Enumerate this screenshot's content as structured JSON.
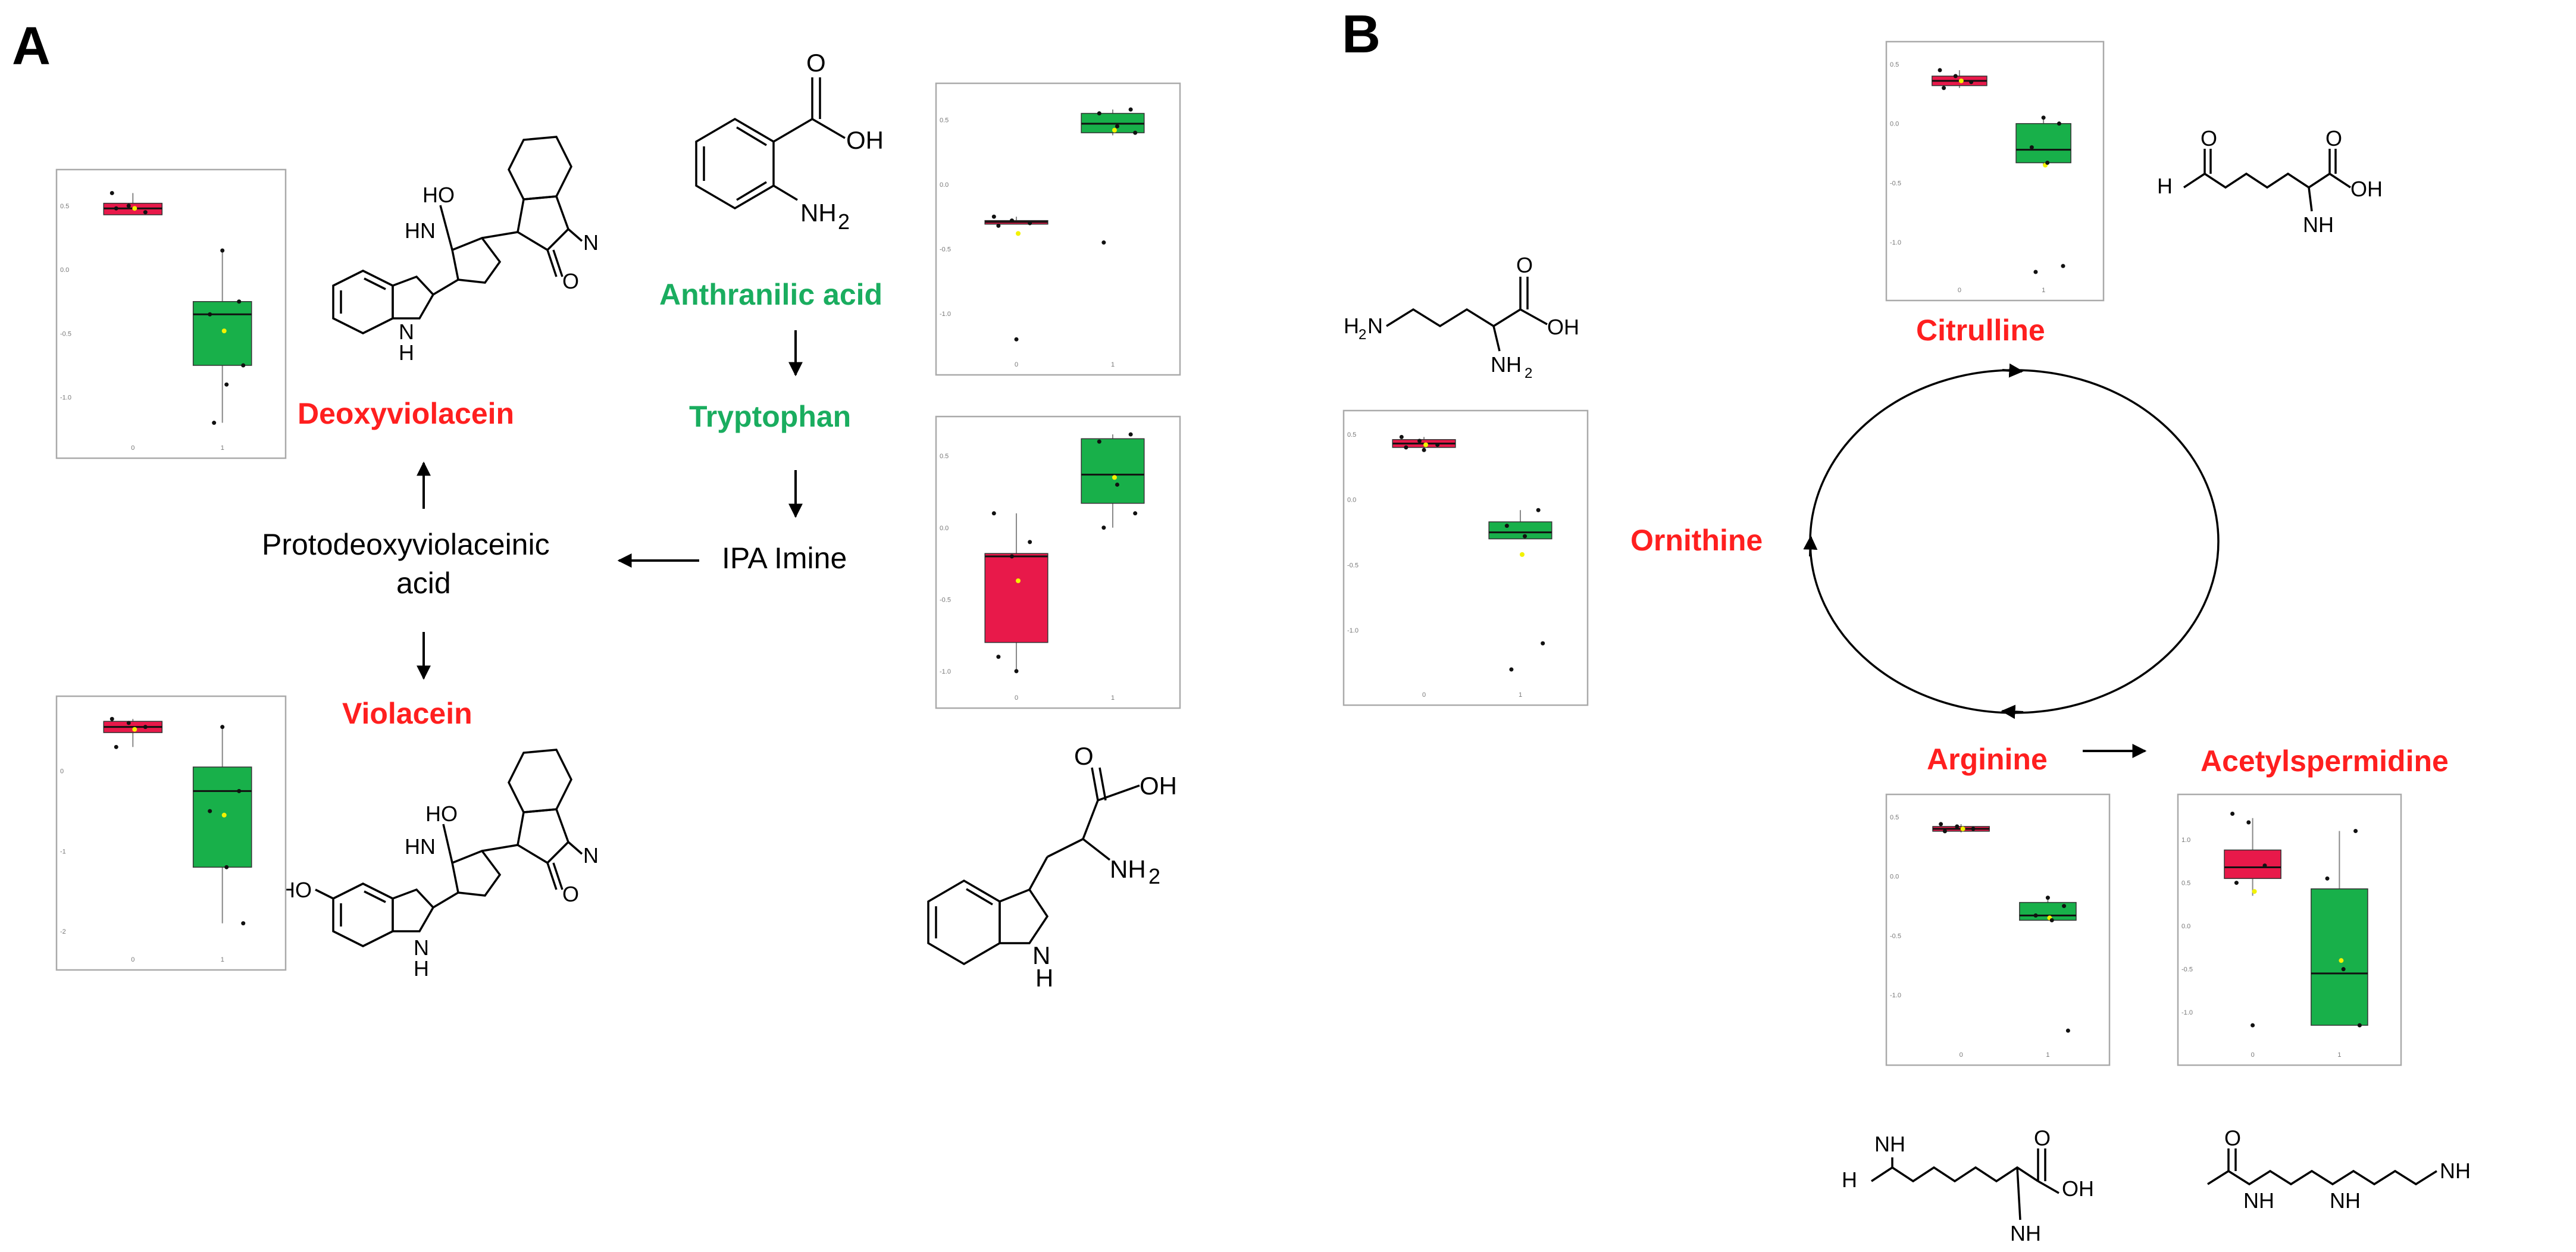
{
  "colors": {
    "red_group": "#e8194a",
    "green_group": "#18b04a",
    "red_label": "#ff1f1f",
    "green_label": "#1aad5f",
    "mean_marker": "#f2f200"
  },
  "panels": {
    "a": "A",
    "b": "B"
  },
  "panel_a": {
    "anthranilic_acid": "Anthranilic acid",
    "tryptophan": "Tryptophan",
    "ipa_imine": "IPA Imine",
    "protodeoxyviolaceinic_line1": "Protodeoxyviolaceinic",
    "protodeoxyviolaceinic_line2": "acid",
    "deoxyviolacein": "Deoxyviolacein",
    "violacein": "Violacein"
  },
  "panel_b": {
    "citrulline": "Citrulline",
    "ornithine": "Ornithine",
    "arginine": "Arginine",
    "acetylspermidine": "Acetylspermidine"
  },
  "chem": {
    "oh": "OH",
    "o": "O",
    "nh2": "NH",
    "h2n": "H",
    "n": "N",
    "h": "H",
    "hn": "HN",
    "nh": "NH",
    "ho": "HO",
    "sub2": "2"
  },
  "chart_data": [
    {
      "id": "anthranilic",
      "type": "box",
      "categories": [
        "0",
        "1"
      ],
      "yticks": [
        "0.5",
        "0.0",
        "-0.5",
        "-1.0"
      ],
      "ylim": [
        -1.3,
        0.7
      ],
      "boxes": [
        {
          "min": -0.31,
          "q1": -0.3,
          "median": -0.29,
          "q3": -0.28,
          "max": -0.25,
          "mean": -0.38
        },
        {
          "min": 0.38,
          "q1": 0.4,
          "median": 0.47,
          "q3": 0.55,
          "max": 0.58,
          "mean": 0.42
        }
      ],
      "points": [
        [
          0,
          -0.25
        ],
        [
          0,
          -0.28
        ],
        [
          0,
          -0.3
        ],
        [
          0,
          -0.32
        ],
        [
          0,
          -1.2
        ],
        [
          1,
          0.58
        ],
        [
          1,
          0.55
        ],
        [
          1,
          0.45
        ],
        [
          1,
          0.4
        ],
        [
          1,
          -0.45
        ]
      ]
    },
    {
      "id": "tryptophan",
      "type": "box",
      "categories": [
        "0",
        "1"
      ],
      "yticks": [
        "0.5",
        "0.0",
        "-0.5",
        "-1.0"
      ],
      "ylim": [
        -1.1,
        0.7
      ],
      "boxes": [
        {
          "min": -1.0,
          "q1": -0.8,
          "median": -0.2,
          "q3": -0.18,
          "max": 0.1,
          "mean": -0.37
        },
        {
          "min": 0.0,
          "q1": 0.17,
          "median": 0.37,
          "q3": 0.62,
          "max": 0.65,
          "mean": 0.35
        }
      ],
      "points": [
        [
          0,
          0.1
        ],
        [
          0,
          -0.2
        ],
        [
          0,
          -0.1
        ],
        [
          0,
          -0.9
        ],
        [
          0,
          -1.0
        ],
        [
          1,
          0.65
        ],
        [
          1,
          0.6
        ],
        [
          1,
          0.3
        ],
        [
          1,
          0.1
        ],
        [
          1,
          0.0
        ]
      ]
    },
    {
      "id": "deoxyviolacein",
      "type": "box",
      "categories": [
        "0",
        "1"
      ],
      "yticks": [
        "0.5",
        "0.0",
        "-0.5",
        "-1.0"
      ],
      "ylim": [
        -1.3,
        0.7
      ],
      "boxes": [
        {
          "min": 0.43,
          "q1": 0.43,
          "median": 0.48,
          "q3": 0.52,
          "max": 0.6,
          "mean": 0.48
        },
        {
          "min": -1.2,
          "q1": -0.75,
          "median": -0.35,
          "q3": -0.25,
          "max": 0.15,
          "mean": -0.48
        }
      ],
      "points": [
        [
          0,
          0.6
        ],
        [
          0,
          0.5
        ],
        [
          0,
          0.45
        ],
        [
          0,
          0.48
        ],
        [
          1,
          0.15
        ],
        [
          1,
          -0.25
        ],
        [
          1,
          -0.35
        ],
        [
          1,
          -0.9
        ],
        [
          1,
          -0.75
        ],
        [
          1,
          -1.2
        ]
      ]
    },
    {
      "id": "violacein",
      "type": "box",
      "categories": [
        "0",
        "1"
      ],
      "yticks": [
        "0",
        "-1",
        "-2"
      ],
      "ylim": [
        -2.2,
        0.8
      ],
      "boxes": [
        {
          "min": 0.3,
          "q1": 0.48,
          "median": 0.55,
          "q3": 0.62,
          "max": 0.65,
          "mean": 0.52
        },
        {
          "min": -1.9,
          "q1": -1.2,
          "median": -0.25,
          "q3": 0.05,
          "max": 0.55,
          "mean": -0.55
        }
      ],
      "points": [
        [
          0,
          0.65
        ],
        [
          0,
          0.6
        ],
        [
          0,
          0.55
        ],
        [
          0,
          0.3
        ],
        [
          1,
          0.55
        ],
        [
          1,
          -0.25
        ],
        [
          1,
          -0.5
        ],
        [
          1,
          -1.2
        ],
        [
          1,
          -1.9
        ]
      ]
    },
    {
      "id": "citrulline",
      "type": "box",
      "categories": [
        "0",
        "1"
      ],
      "yticks": [
        "0.5",
        "0.0",
        "-0.5",
        "-1.0"
      ],
      "ylim": [
        -1.3,
        0.6
      ],
      "boxes": [
        {
          "min": 0.3,
          "q1": 0.32,
          "median": 0.36,
          "q3": 0.4,
          "max": 0.45,
          "mean": 0.36
        },
        {
          "min": -0.35,
          "q1": -0.33,
          "median": -0.22,
          "q3": 0.0,
          "max": 0.05,
          "mean": -0.35
        }
      ],
      "points": [
        [
          0,
          0.45
        ],
        [
          0,
          0.4
        ],
        [
          0,
          0.35
        ],
        [
          0,
          0.3
        ],
        [
          1,
          0.05
        ],
        [
          1,
          0.0
        ],
        [
          1,
          -0.2
        ],
        [
          1,
          -0.33
        ],
        [
          1,
          -1.2
        ],
        [
          1,
          -1.25
        ]
      ]
    },
    {
      "id": "ornithine",
      "type": "box",
      "categories": [
        "0",
        "1"
      ],
      "yticks": [
        "0.5",
        "0.0",
        "-0.5",
        "-1.0"
      ],
      "ylim": [
        -1.4,
        0.6
      ],
      "boxes": [
        {
          "min": 0.38,
          "q1": 0.4,
          "median": 0.43,
          "q3": 0.46,
          "max": 0.48,
          "mean": 0.42
        },
        {
          "min": -0.3,
          "q1": -0.3,
          "median": -0.25,
          "q3": -0.17,
          "max": -0.08,
          "mean": -0.42
        }
      ],
      "points": [
        [
          0,
          0.48
        ],
        [
          0,
          0.45
        ],
        [
          0,
          0.42
        ],
        [
          0,
          0.4
        ],
        [
          0,
          0.38
        ],
        [
          1,
          -0.08
        ],
        [
          1,
          -0.2
        ],
        [
          1,
          -0.28
        ],
        [
          1,
          -1.1
        ],
        [
          1,
          -1.3
        ]
      ]
    },
    {
      "id": "arginine",
      "type": "box",
      "categories": [
        "0",
        "1"
      ],
      "yticks": [
        "0.5",
        "0.0",
        "-0.5",
        "-1.0"
      ],
      "ylim": [
        -1.4,
        0.6
      ],
      "boxes": [
        {
          "min": 0.37,
          "q1": 0.38,
          "median": 0.4,
          "q3": 0.42,
          "max": 0.44,
          "mean": 0.4
        },
        {
          "min": -0.37,
          "q1": -0.37,
          "median": -0.33,
          "q3": -0.22,
          "max": -0.18,
          "mean": -0.35
        }
      ],
      "points": [
        [
          0,
          0.44
        ],
        [
          0,
          0.42
        ],
        [
          0,
          0.4
        ],
        [
          0,
          0.38
        ],
        [
          1,
          -0.18
        ],
        [
          1,
          -0.25
        ],
        [
          1,
          -0.33
        ],
        [
          1,
          -0.37
        ],
        [
          1,
          -1.3
        ]
      ]
    },
    {
      "id": "acetylspermidine",
      "type": "box",
      "categories": [
        "0",
        "1"
      ],
      "yticks": [
        "1.0",
        "0.5",
        "0.0",
        "-0.5",
        "-1.0"
      ],
      "ylim": [
        -1.35,
        1.4
      ],
      "boxes": [
        {
          "min": 0.35,
          "q1": 0.55,
          "median": 0.68,
          "q3": 0.88,
          "max": 1.25,
          "mean": 0.4
        },
        {
          "min": -1.15,
          "q1": -1.15,
          "median": -0.55,
          "q3": 0.43,
          "max": 1.1,
          "mean": -0.4
        }
      ],
      "points": [
        [
          0,
          1.3
        ],
        [
          0,
          1.2
        ],
        [
          0,
          0.7
        ],
        [
          0,
          0.5
        ],
        [
          0,
          -1.15
        ],
        [
          1,
          1.1
        ],
        [
          1,
          0.55
        ],
        [
          1,
          -0.5
        ],
        [
          1,
          -1.15
        ]
      ]
    }
  ]
}
